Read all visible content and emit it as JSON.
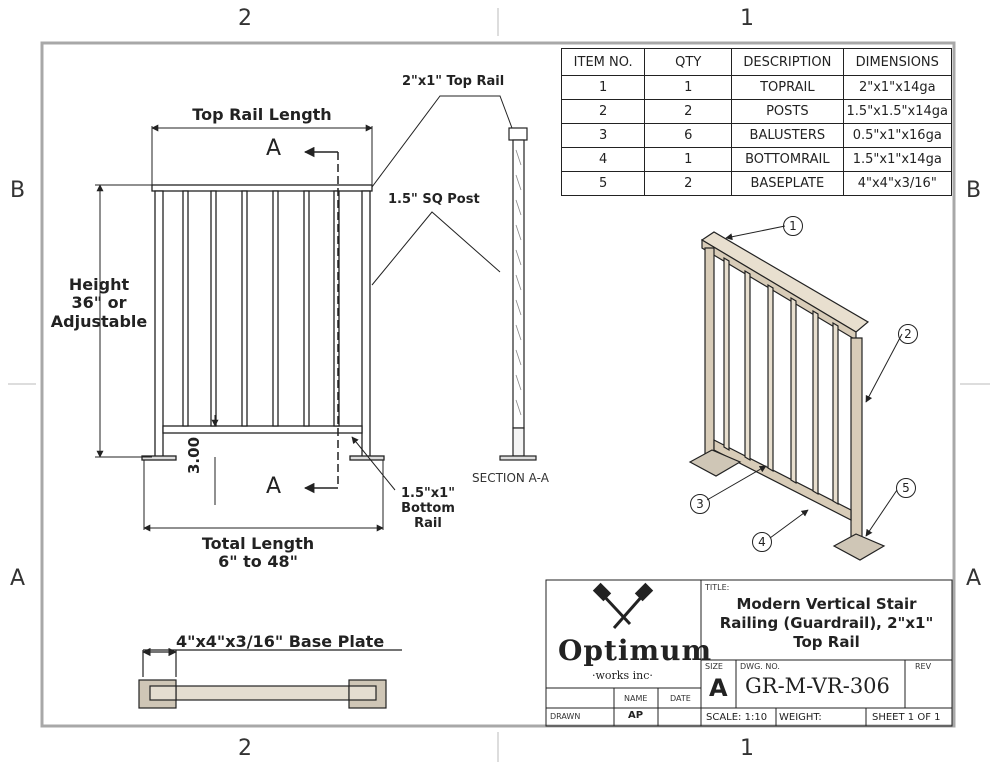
{
  "zones": {
    "top_left": "2",
    "top_right": "1",
    "bottom_left": "2",
    "bottom_right": "1",
    "left_upper": "B",
    "left_lower": "A",
    "right_upper": "B",
    "right_lower": "A"
  },
  "bom": {
    "headers": [
      "ITEM NO.",
      "QTY",
      "DESCRIPTION",
      "DIMENSIONS"
    ],
    "rows": [
      [
        "1",
        "1",
        "TOPRAIL",
        "2\"x1\"x14ga"
      ],
      [
        "2",
        "2",
        "POSTS",
        "1.5\"x1.5\"x14ga"
      ],
      [
        "3",
        "6",
        "BALUSTERS",
        "0.5\"x1\"x16ga"
      ],
      [
        "4",
        "1",
        "BOTTOMRAIL",
        "1.5\"x1\"x14ga"
      ],
      [
        "5",
        "2",
        "BASEPLATE",
        "4\"x4\"x3/16\""
      ]
    ]
  },
  "front_view": {
    "top_rail_length": "Top Rail Length",
    "height_line1": "Height",
    "height_line2": "36\" or",
    "height_line3": "Adjustable",
    "dim_3": "3.00",
    "total_line1": "Total Length",
    "total_line2": "6\" to 48\"",
    "section_mark": "A",
    "section_mark_bottom": "A",
    "callout_top_rail": "2\"x1\" Top Rail",
    "callout_post": "1.5\" SQ Post",
    "callout_bottom_1": "1.5\"x1\"",
    "callout_bottom_2": "Bottom",
    "callout_bottom_3": "Rail"
  },
  "section_label": "SECTION A-A",
  "base_plate_label": "4\"x4\"x3/16\" Base Plate",
  "balloons": [
    "1",
    "2",
    "3",
    "4",
    "5"
  ],
  "title_block": {
    "company": "Optimum",
    "company_sub": "·works inc·",
    "title_tag": "TITLE:",
    "title_line1": "Modern Vertical Stair",
    "title_line2": "Railing (Guardrail), 2\"x1\"",
    "title_line3": "Top Rail",
    "size_tag": "SIZE",
    "size": "A",
    "dwg_tag": "DWG.  NO.",
    "dwg_no": "GR-M-VR-306",
    "rev_tag": "REV",
    "name_tag": "NAME",
    "date_tag": "DATE",
    "drawn_tag": "DRAWN",
    "drawn_by": "AP",
    "scale": "SCALE: 1:10",
    "weight": "WEIGHT:",
    "sheet": "SHEET 1 OF 1"
  },
  "colors": {
    "line": "#222222",
    "metal_fill": "#ffffff",
    "plate_fill": "#cfc6b6",
    "iso_fill": "#d8ccb8",
    "border": "#a8a8a8"
  }
}
